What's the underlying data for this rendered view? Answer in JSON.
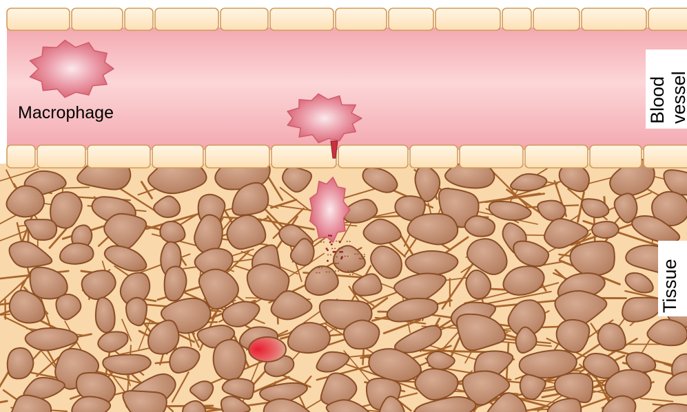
{
  "labels": {
    "macrophage": "Macrophage",
    "blood_vessel_line1": "Blood",
    "blood_vessel_line2": "vessel",
    "tissue": "Tissue"
  },
  "colors": {
    "vessel_lumen": "#f6b9bd",
    "endothelial_cell": "#fde7c6",
    "endothelial_outline": "#d29a57",
    "tissue_background": "#f9d9ad",
    "tissue_cell": "#b98262",
    "tissue_cell_outline": "#8a4d25",
    "collagen_fiber": "#a8642c",
    "macrophage": "#dd6f80",
    "macrophage_core": "#f6d7dc",
    "infection_site": "#e0333f"
  },
  "icons": {
    "macrophage": "macrophage-cell-icon",
    "tissue_cell": "tissue-cell-icon",
    "endothelial_cell": "endothelial-cell-icon",
    "damaged_cell": "damaged-cell-icon"
  }
}
